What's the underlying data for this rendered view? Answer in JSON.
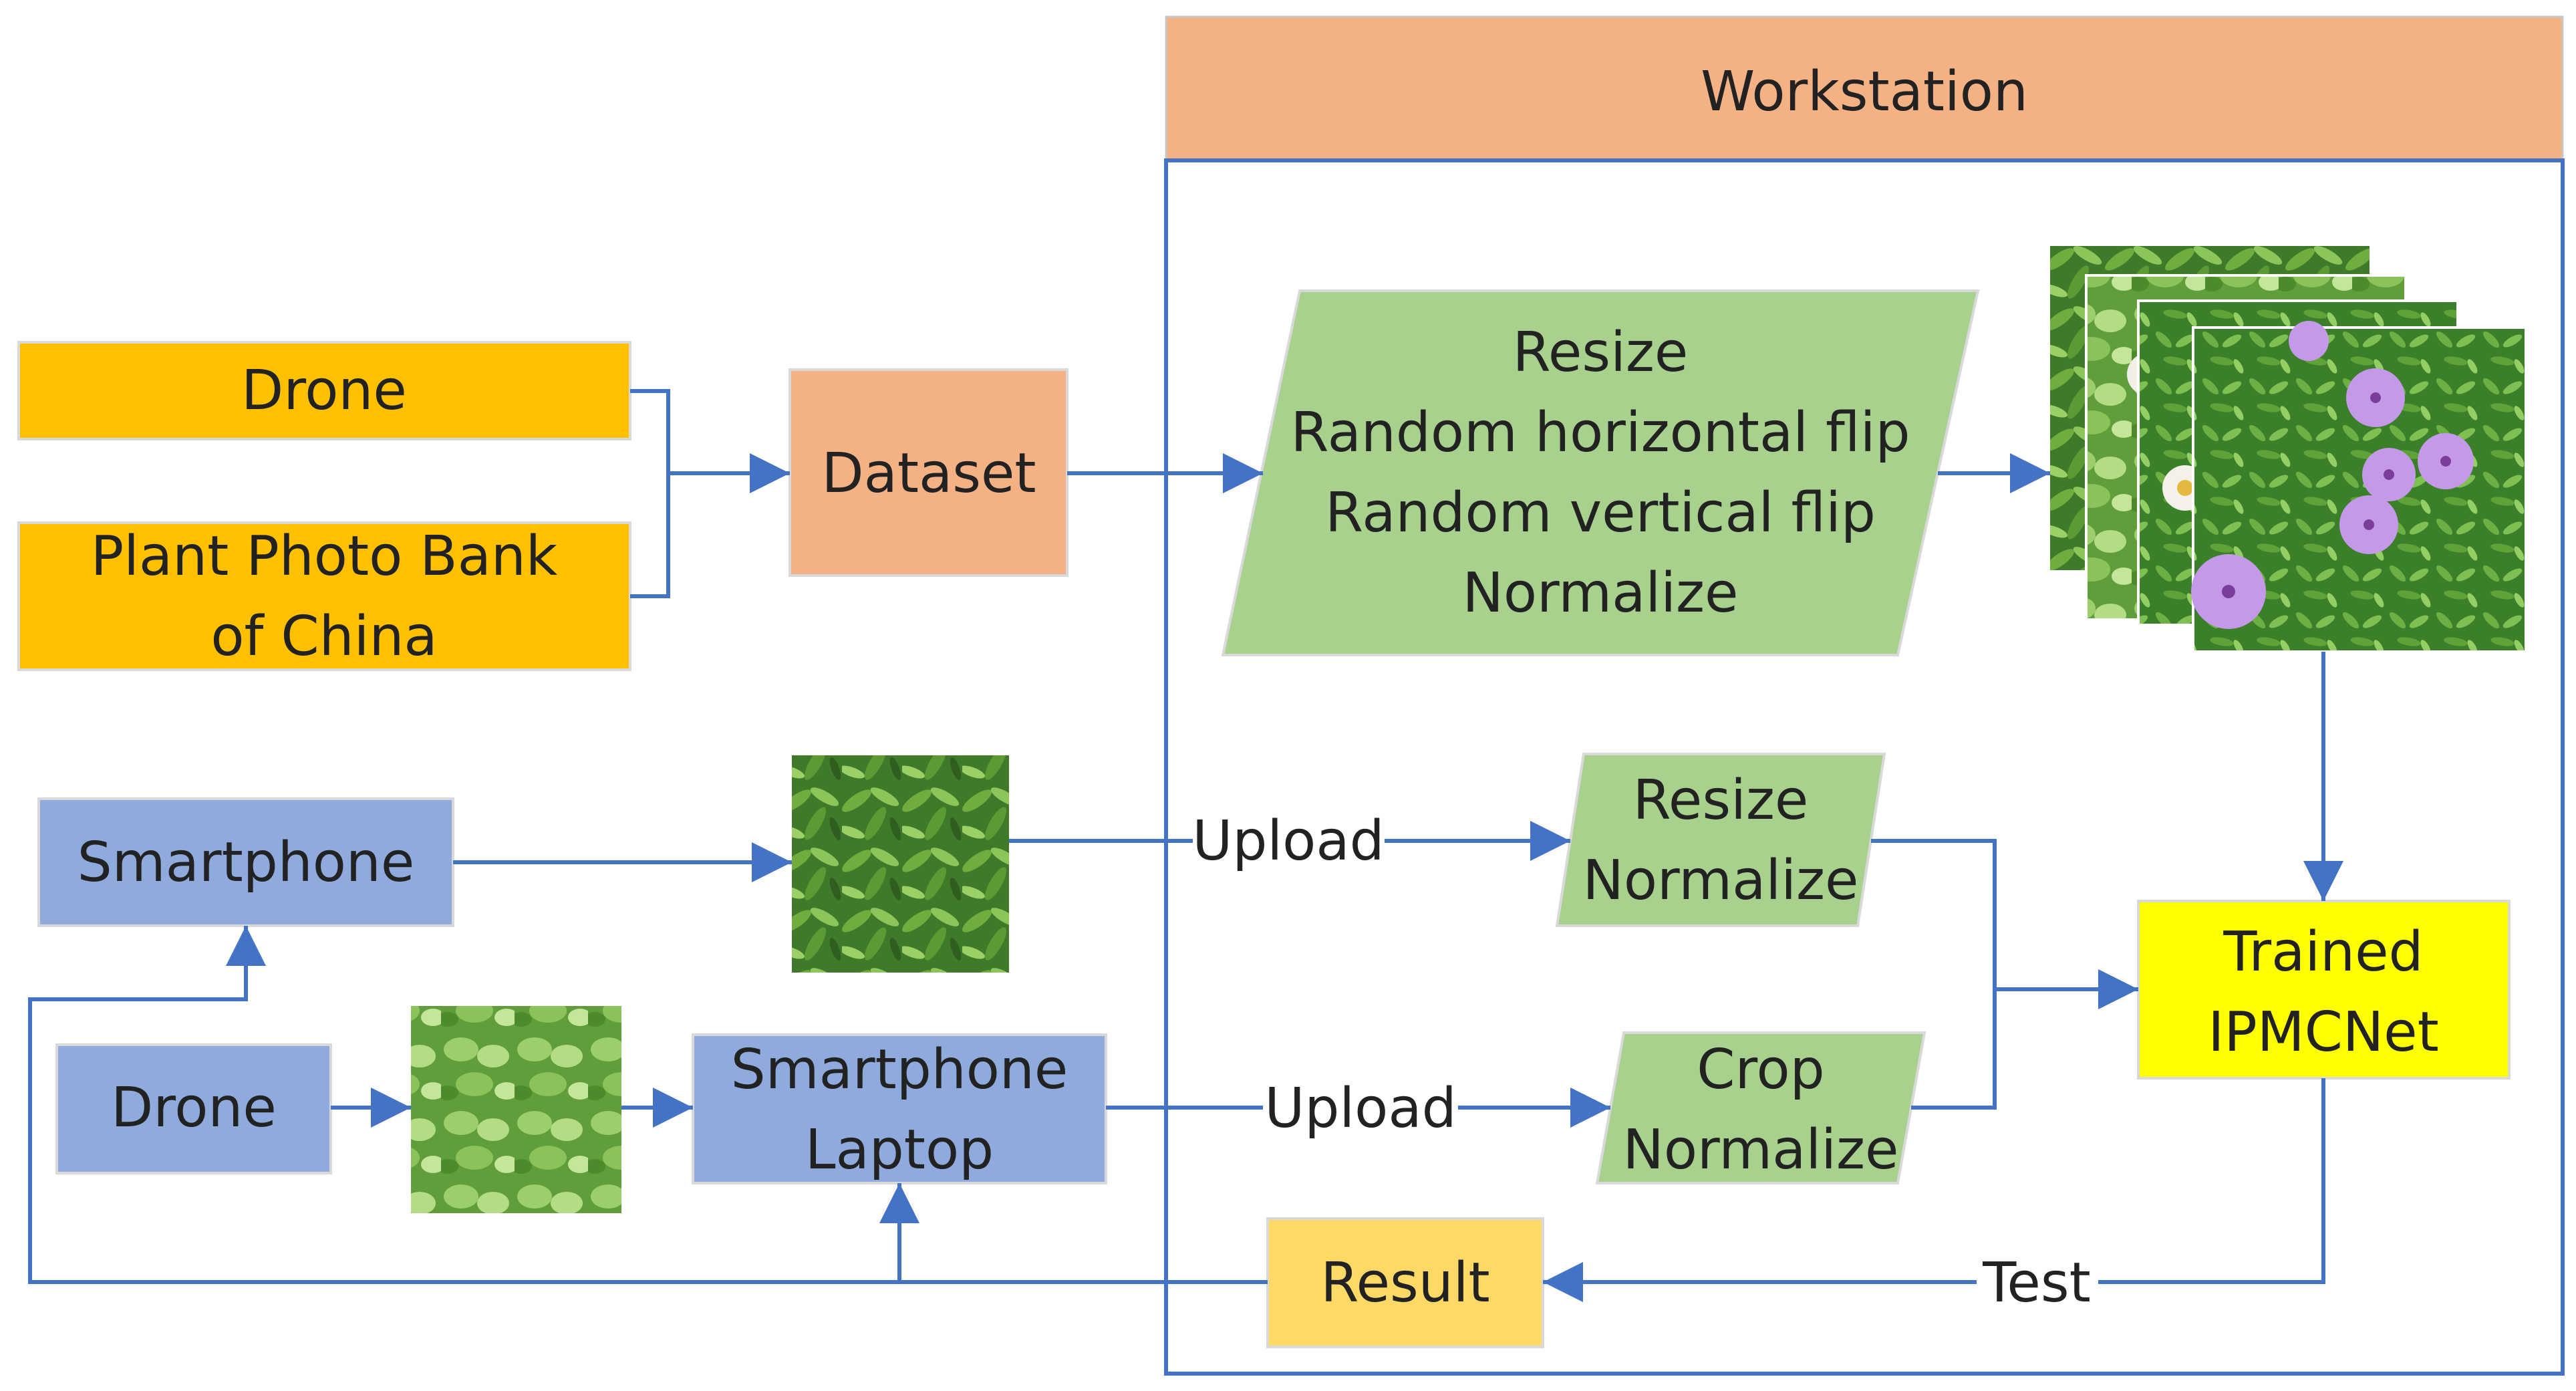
{
  "workstation": {
    "title": "Workstation"
  },
  "nodes": {
    "drone_top": {
      "lines": [
        "Drone"
      ]
    },
    "plant_bank": {
      "lines": [
        "Plant Photo Bank",
        "of China"
      ]
    },
    "dataset": {
      "lines": [
        "Dataset"
      ]
    },
    "augment": {
      "lines": [
        "Resize",
        "Random horizontal flip",
        "Random vertical flip",
        "Normalize"
      ]
    },
    "smartphone": {
      "lines": [
        "Smartphone"
      ]
    },
    "resize_norm": {
      "lines": [
        "Resize",
        "Normalize"
      ]
    },
    "drone_bottom": {
      "lines": [
        "Drone"
      ]
    },
    "smartphone_laptop": {
      "lines": [
        "Smartphone",
        "Laptop"
      ]
    },
    "crop_norm": {
      "lines": [
        "Crop",
        "Normalize"
      ]
    },
    "trained": {
      "lines": [
        "Trained",
        "IPMCNet"
      ]
    },
    "result": {
      "lines": [
        "Result"
      ]
    }
  },
  "edges": {
    "upload_1": "Upload",
    "upload_2": "Upload",
    "test": "Test"
  },
  "colors": {
    "source_orange": "#FFC000",
    "dataset_salmon": "#F4B183",
    "header_salmon": "#F4B183",
    "process_green": "#A9D18E",
    "device_blue": "#8FAADC",
    "trained_yellow": "#FFFF00",
    "result_gold": "#FFD966",
    "connector_blue": "#4472C4"
  },
  "icons": [
    "plant-stack-image",
    "weed-photo-image",
    "drone-photo-image"
  ]
}
